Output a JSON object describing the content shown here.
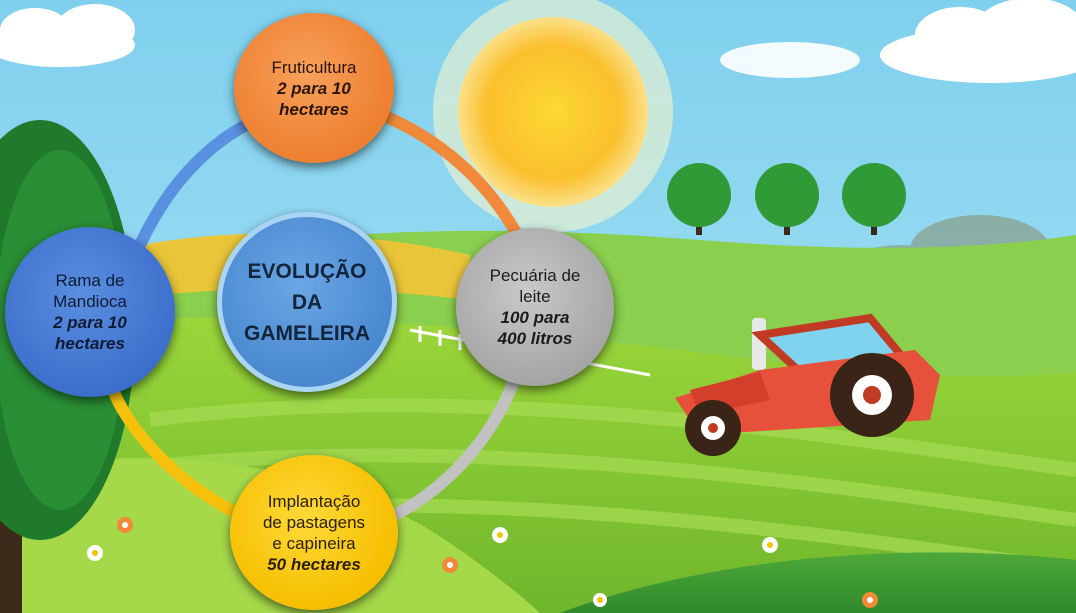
{
  "center": {
    "title": "EVOLUÇÃO\nDA\nGAMELEIRA"
  },
  "nodes": {
    "top": {
      "title": "Fruticultura",
      "value": "2 para 10\nhectares"
    },
    "left": {
      "title": "Rama de\nMandioca",
      "value": "2 para 10\nhectares"
    },
    "right": {
      "title": "Pecuária de\nleite",
      "value": "100 para\n400 litros"
    },
    "bottom": {
      "title": "Implantação\nde pastagens\ne capineira",
      "value": "50 hectares"
    }
  },
  "colors": {
    "top": "#ee7f30",
    "left": "#3d6fcd",
    "right": "#a6a6a6",
    "bottom": "#f6bf00",
    "center": "#4a88d0",
    "sky": "#8fd7f0",
    "grass": "#7cc234"
  },
  "icons": [
    "sun-icon",
    "tractor-icon",
    "tree-icon",
    "cloud-icon",
    "flower-icon"
  ]
}
